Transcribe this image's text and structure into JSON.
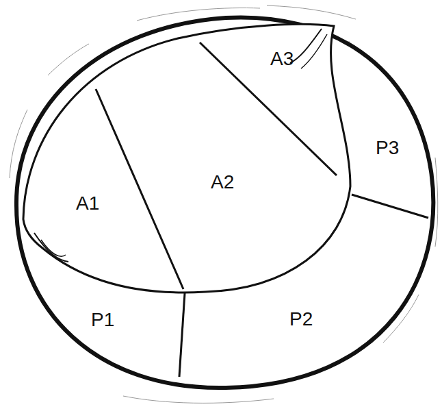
{
  "diagram": {
    "labels": [
      "A1",
      "A2",
      "A3",
      "P1",
      "P2",
      "P3"
    ]
  }
}
